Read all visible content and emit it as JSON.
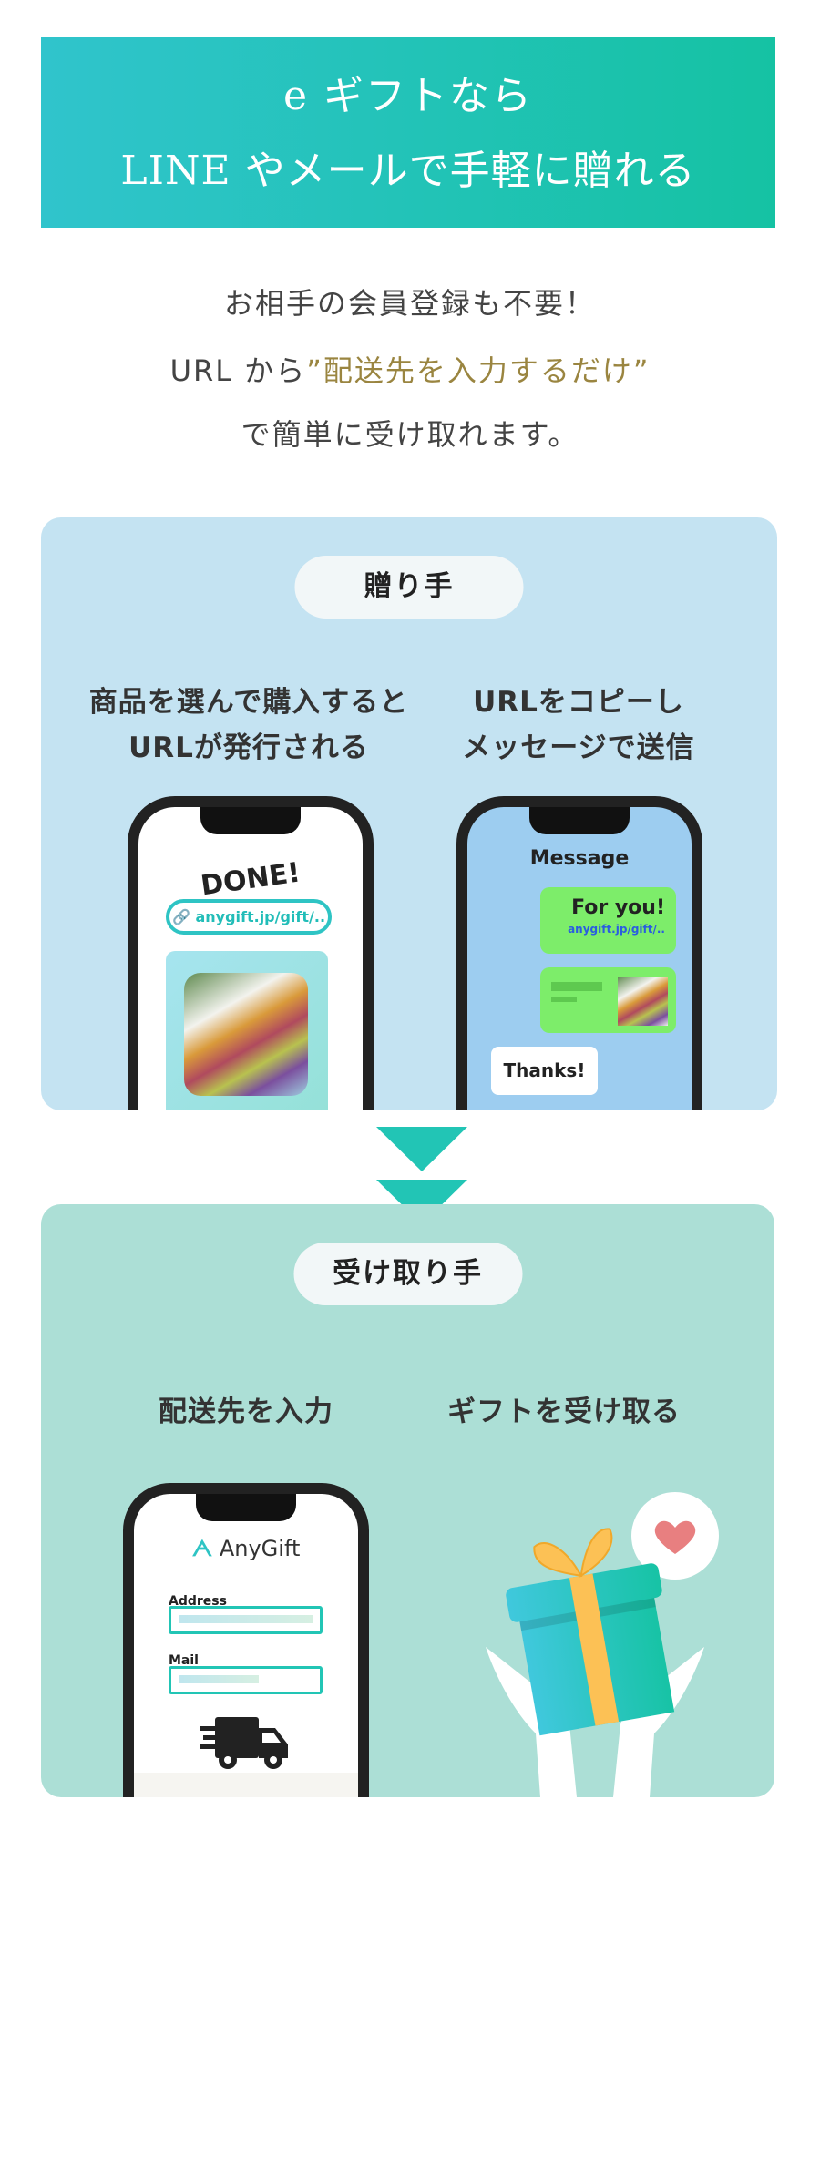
{
  "banner": {
    "line1": "e ギフトなら",
    "line2": "LINE やメールで手軽に贈れる"
  },
  "lead": {
    "line1": "お相手の会員登録も不要！",
    "line2_prefix": "URL から",
    "line2_highlight": "”配送先を入力するだけ”",
    "line3": "で簡単に受け取れます。"
  },
  "sender": {
    "title": "贈り手",
    "step1": {
      "line1": "商品を選んで購入すると",
      "line2": "URLが発行される"
    },
    "step2": {
      "line1": "URLをコピーし",
      "line2": "メッセージで送信"
    },
    "phone1": {
      "done": "DONE!",
      "link": "anygift.jp/gift/.."
    },
    "phone2": {
      "title": "Message",
      "bubble1": "For you!",
      "bubble1_link": "anygift.jp/gift/..",
      "reply": "Thanks!"
    }
  },
  "receiver": {
    "title": "受け取り手",
    "step1": "配送先を入力",
    "step2": "ギフトを受け取る",
    "phone": {
      "brand": "AnyGift",
      "address_label": "Address",
      "mail_label": "Mail"
    }
  },
  "colors": {
    "teal": "#22c5b5",
    "gold": "#9a8540",
    "blue_card": "#c4e3f2",
    "green_card": "#acdfd6"
  }
}
